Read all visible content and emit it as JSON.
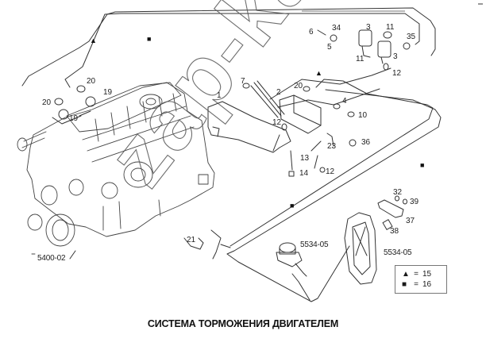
{
  "title": "СИСТЕМА ТОРМОЖЕНИЯ ДВИГАТЕЛЕМ",
  "watermark": "zap-kam.ru",
  "figure_refs": {
    "engine_group": "5400-02",
    "valve_group_a": "5534-05",
    "valve_group_b": "5534-05"
  },
  "legend": {
    "items": [
      {
        "symbol": "triangle",
        "glyph": "▲",
        "equals": "=",
        "value": "15"
      },
      {
        "symbol": "square",
        "glyph": "■",
        "equals": "=",
        "value": "16"
      }
    ]
  },
  "markers": {
    "triangle": "▲",
    "square": "■"
  },
  "callouts": {
    "c1": "1",
    "c2": "2",
    "c3a": "3",
    "c3b": "3",
    "c4": "4",
    "c5": "5",
    "c6": "6",
    "c7": "7",
    "c10": "10",
    "c11a": "11",
    "c11b": "11",
    "c12a": "12",
    "c12b": "12",
    "c12c": "12",
    "c13": "13",
    "c14": "14",
    "c19a": "19",
    "c19b": "19",
    "c20a": "20",
    "c20b": "20",
    "c20c": "20",
    "c21": "21",
    "c23": "23",
    "c32": "32",
    "c34": "34",
    "c35": "35",
    "c36": "36",
    "c37": "37",
    "c38": "38",
    "c39": "39"
  }
}
